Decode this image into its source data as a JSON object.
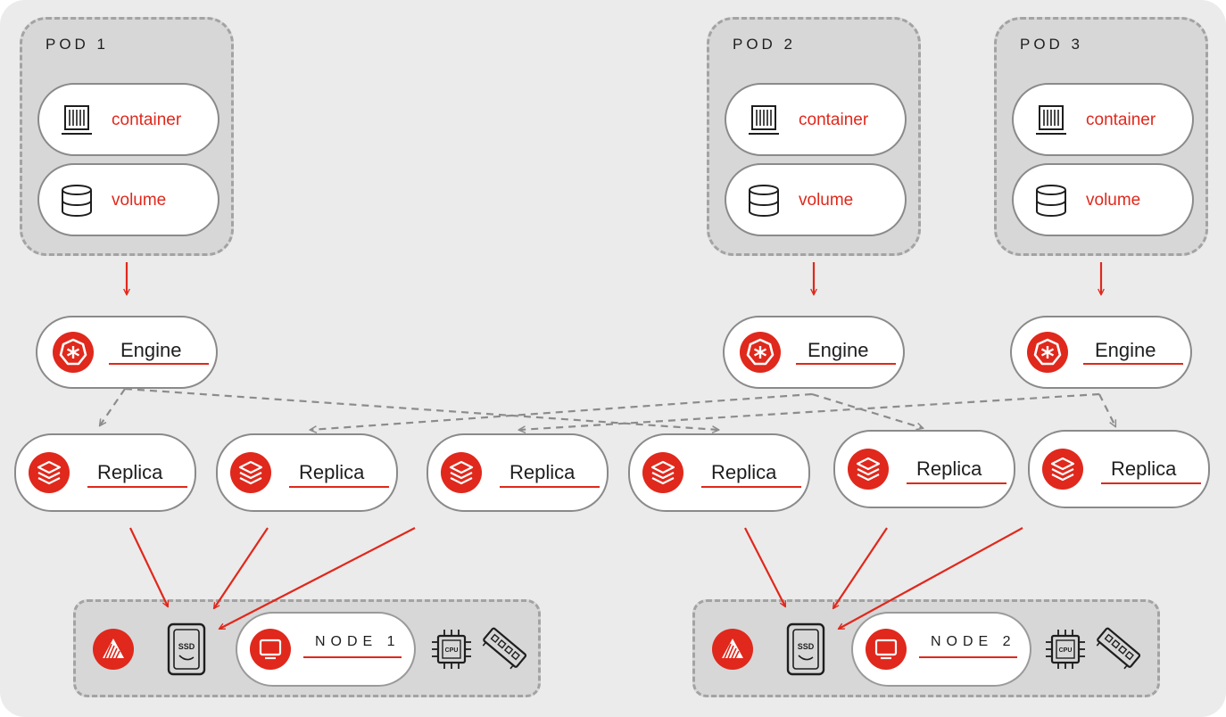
{
  "pods": [
    {
      "title": "POD 1",
      "container_label": "container",
      "volume_label": "volume"
    },
    {
      "title": "POD 2",
      "container_label": "container",
      "volume_label": "volume"
    },
    {
      "title": "POD 3",
      "container_label": "container",
      "volume_label": "volume"
    }
  ],
  "engines": [
    {
      "label": "Engine",
      "icon": "kubernetes-helm-icon"
    },
    {
      "label": "Engine",
      "icon": "kubernetes-helm-icon"
    },
    {
      "label": "Engine",
      "icon": "kubernetes-helm-icon"
    }
  ],
  "replicas": [
    {
      "label": "Replica",
      "icon": "layers-icon"
    },
    {
      "label": "Replica",
      "icon": "layers-icon"
    },
    {
      "label": "Replica",
      "icon": "layers-icon"
    },
    {
      "label": "Replica",
      "icon": "layers-icon"
    },
    {
      "label": "Replica",
      "icon": "layers-icon"
    },
    {
      "label": "Replica",
      "icon": "layers-icon"
    }
  ],
  "nodes": [
    {
      "label": "NODE 1",
      "ssd_text": "SSD",
      "cpu_text": "CPU"
    },
    {
      "label": "NODE 2",
      "ssd_text": "SSD",
      "cpu_text": "CPU"
    }
  ],
  "colors": {
    "accent": "#e0281c",
    "dashed_arrow": "#8c8c8c",
    "pod_fill": "#d7d7d7",
    "canvas": "#ebebeb"
  }
}
